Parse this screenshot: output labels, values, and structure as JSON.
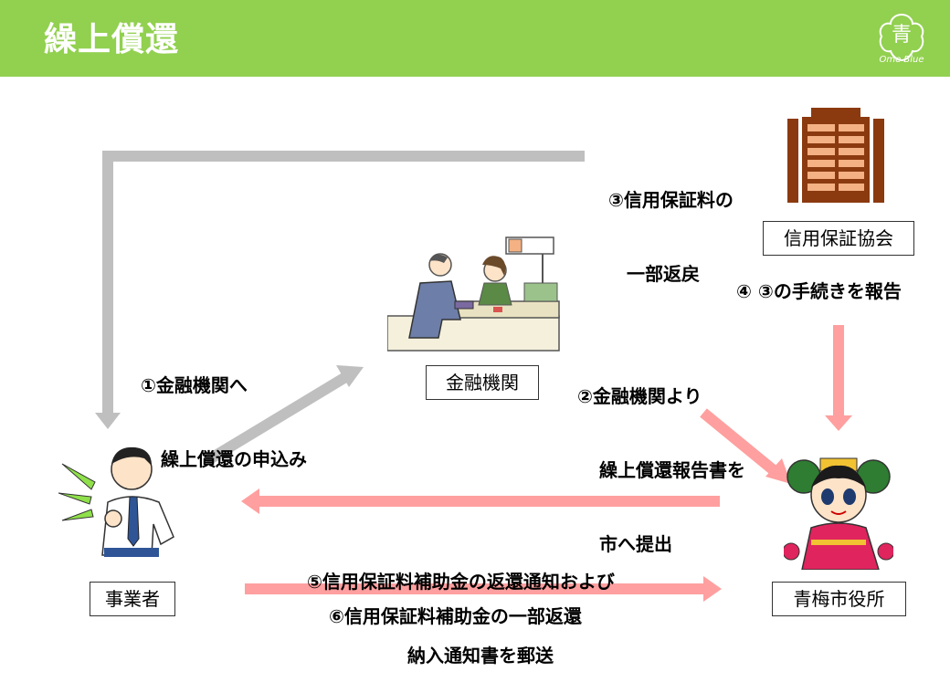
{
  "header": {
    "title": "繰上償還",
    "logo_kanji": "青",
    "logo_text": "Ome Blue",
    "bg_color": "#92d050"
  },
  "nodes": {
    "guarantee": "信用保証協会",
    "bank": "金融機関",
    "business": "事業者",
    "city": "青梅市役所"
  },
  "steps": {
    "s1_line1": "①金融機関へ",
    "s1_line2": "繰上償還の申込み",
    "s2_line1": "②金融機関より",
    "s2_line2": "繰上償還報告書を",
    "s2_line3": "市へ提出",
    "s3_line1": "③信用保証料の",
    "s3_line2": "一部返戻",
    "s4": "④ ③の手続きを報告",
    "s5_line1": "⑤信用保証料補助金の返還通知および",
    "s5_line2": "納入通知書を郵送",
    "s6": "⑥信用保証料補助金の一部返還"
  },
  "colors": {
    "gray_arrow": "#bfbfbf",
    "pink_arrow": "#ff9f9f"
  },
  "icons": {
    "guarantee": "office-building-icon",
    "bank": "bank-counter-illustration",
    "business": "businessman-illustration",
    "city": "mascot-illustration"
  }
}
